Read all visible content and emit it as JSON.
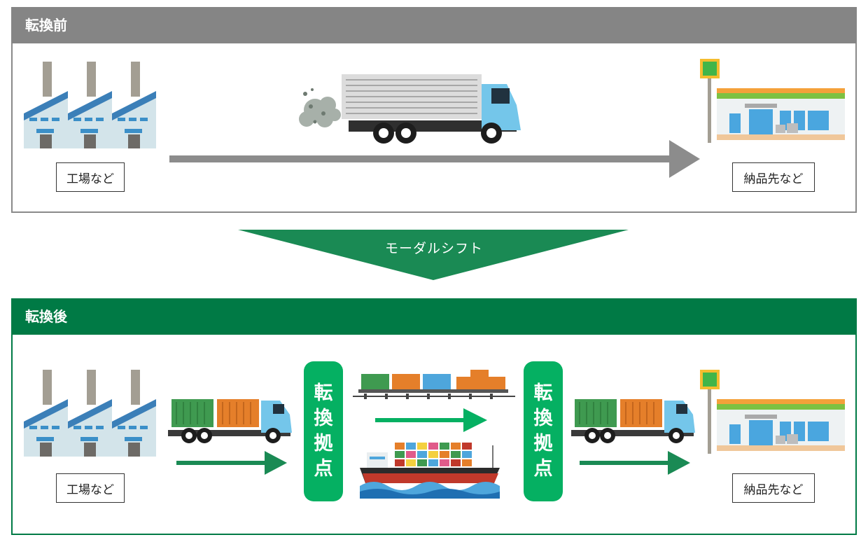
{
  "before": {
    "header": "転換前",
    "origin_label": "工場など",
    "destination_label": "納品先など"
  },
  "transition": {
    "label": "モーダルシフト"
  },
  "after": {
    "header": "転換後",
    "origin_label": "工場など",
    "destination_label": "納品先など",
    "hub_left": [
      "転",
      "換",
      "拠",
      "点"
    ],
    "hub_right": [
      "転",
      "換",
      "拠",
      "点"
    ]
  },
  "colors": {
    "before_header": "#858585",
    "after_header": "#007a45",
    "hub_green": "#05b062",
    "arrow_green": "#1a8a54",
    "arrow_bright_green": "#05b062",
    "arrow_gray": "#8c8c8c",
    "truck_blue": "#74c6ea",
    "container_green": "#3f9a50",
    "container_orange": "#e57f2a"
  },
  "icons": {
    "factory": "factory-icon",
    "truck": "truck-icon",
    "store": "convenience-store-icon",
    "train": "freight-train-icon",
    "ship": "container-ship-icon",
    "exhaust": "exhaust-smoke-icon"
  }
}
